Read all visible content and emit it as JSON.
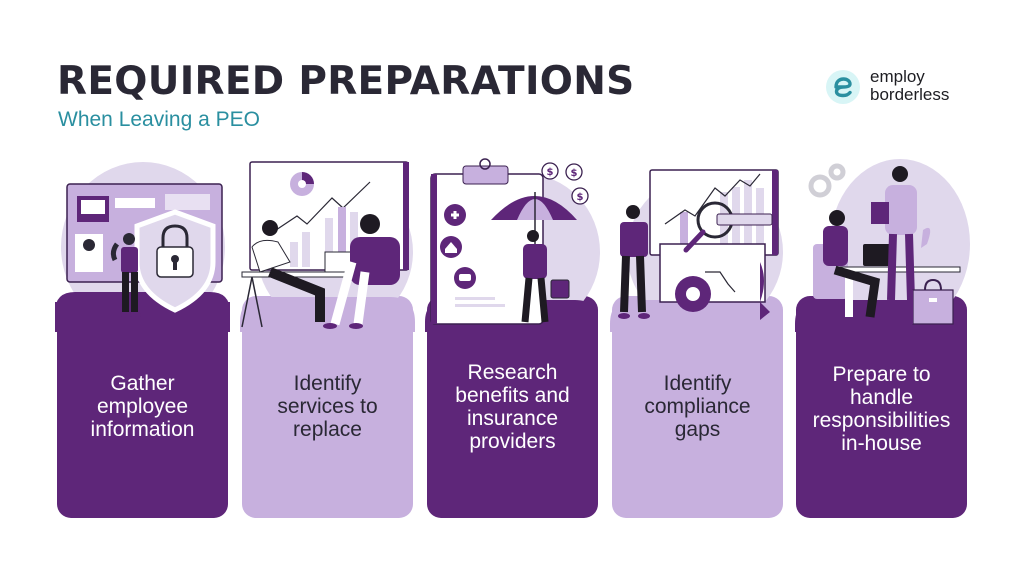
{
  "header": {
    "title": "REQUIRED PREPARATIONS",
    "subtitle": "When Leaving a PEO"
  },
  "logo": {
    "icon": "employ-borderless-e-icon",
    "line1": "employ",
    "line2": "borderless",
    "mark_bg": "#d8f5f6",
    "mark_color": "#2a8fa0"
  },
  "colors": {
    "title": "#2a2835",
    "subtitle": "#2a8fa0",
    "dark_purple": "#5e2679",
    "light_purple": "#c7b0de",
    "pale_purple": "#e0d8ec"
  },
  "cards": [
    {
      "label": "Gather\nemployee\ninformation",
      "style": "dark",
      "illustration": "shield-lock-data-screen-illustration"
    },
    {
      "label": "Identify\nservices to\nreplace",
      "style": "light",
      "illustration": "meeting-analytics-chart-illustration"
    },
    {
      "label": "Research\nbenefits and\ninsurance\nproviders",
      "style": "dark",
      "illustration": "clipboard-umbrella-insurance-illustration"
    },
    {
      "label": "Identify\ncompliance\ngaps",
      "style": "light",
      "illustration": "magnifier-report-analysis-illustration"
    },
    {
      "label": "Prepare to\nhandle\nresponsibilities\nin-house",
      "style": "dark",
      "illustration": "office-desk-team-briefcase-illustration"
    }
  ]
}
